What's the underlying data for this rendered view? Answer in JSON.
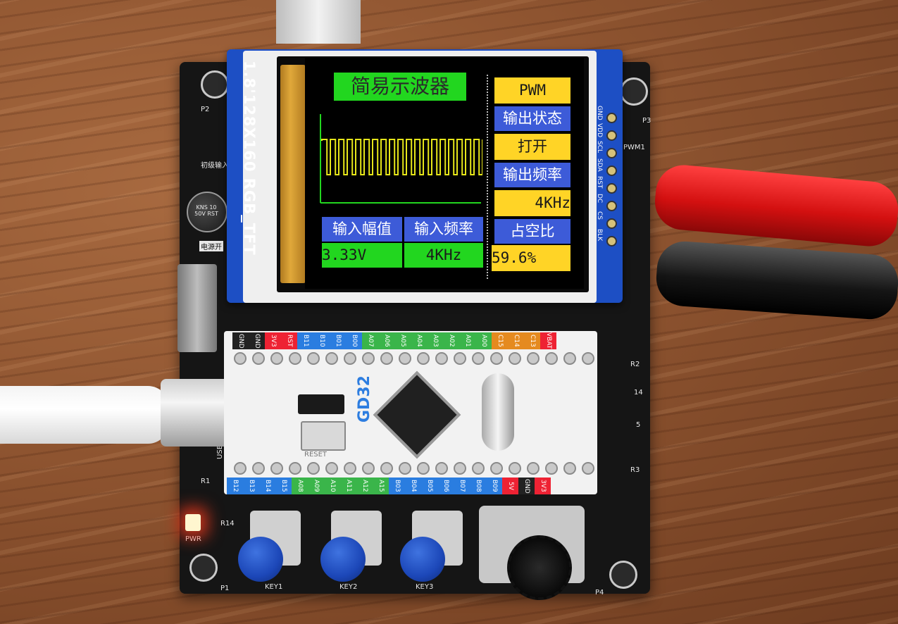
{
  "screen": {
    "title": "简易示波器",
    "pwm_label": "PWM",
    "output_state_label": "输出状态",
    "output_state_value": "打开",
    "output_freq_label": "输出频率",
    "output_freq_value": "4KHz",
    "duty_label": "占空比",
    "duty_value": "59.6%",
    "input_amp_label": "输入幅值",
    "input_freq_label": "输入频率",
    "input_amp_value": "3.33V",
    "input_freq_value": "4KHz"
  },
  "module_label": "1.8'128X160 RGB_TFT",
  "module_pins": [
    "GND",
    "VDD",
    "SCL",
    "SDA",
    "RST",
    "DC",
    "CS",
    "BLK"
  ],
  "mcu": {
    "brand": "GD32",
    "top_pins": [
      "GND",
      "GND",
      "3V3",
      "RST",
      "B11",
      "B10",
      "B01",
      "B00",
      "A07",
      "A06",
      "A05",
      "A04",
      "A03",
      "A02",
      "A01",
      "A00",
      "C15",
      "C14",
      "C13",
      "VBAT"
    ],
    "bottom_pins": [
      "B12",
      "B13",
      "B14",
      "B15",
      "A08",
      "A09",
      "A10",
      "A11",
      "A12",
      "A15",
      "B03",
      "B04",
      "B05",
      "B06",
      "B07",
      "B08",
      "B09",
      "5V",
      "GND",
      "3V3"
    ],
    "reset_label": "RESET"
  },
  "board": {
    "key_labels": [
      "KEY1",
      "KEY2",
      "KEY3"
    ],
    "corner_labels": [
      "P1",
      "P2",
      "P3",
      "P4"
    ],
    "silk_input": "初级输入",
    "silk_power": "电源开",
    "silk_cap": "KNS 10 50V RST",
    "silk_usb": "USB1",
    "silk_pwr": "PWR",
    "silk_pwm": "PWM1",
    "silk_r": [
      "R1",
      "R14",
      "R2",
      "R3"
    ],
    "silk_side": [
      "14",
      "5"
    ]
  },
  "colors": {
    "screen_green": "#22d61f",
    "screen_yellow": "#ffd426",
    "screen_blue": "#3d5bd8",
    "trace_yellow": "#e6e61a",
    "pcb_black": "#151515",
    "module_blue": "#1d4fc4"
  }
}
